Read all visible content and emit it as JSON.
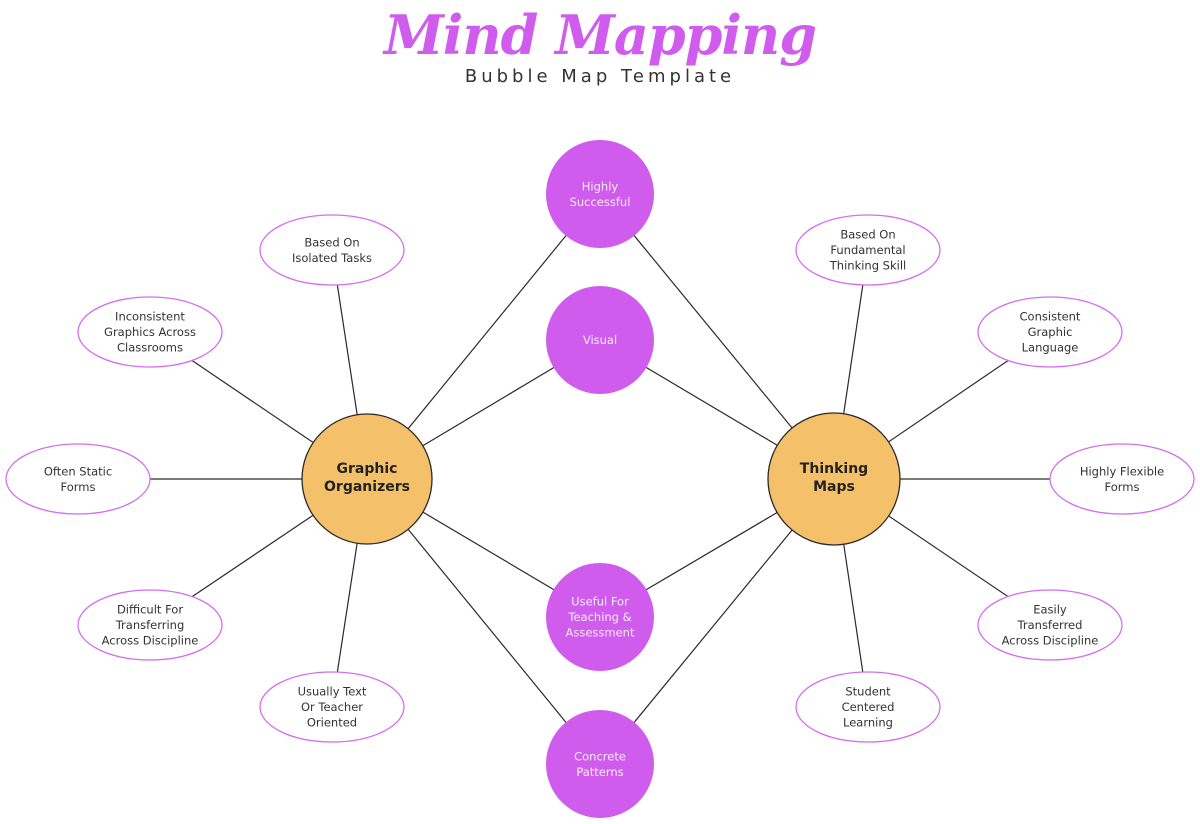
{
  "header": {
    "title": "Mind Mapping",
    "subtitle": "Bubble Map Template"
  },
  "colors": {
    "title": "#d05cee",
    "hub_fill": "#f5c06a",
    "hub_stroke": "#2a2a2a",
    "shared_fill": "#d05cee",
    "ellipse_stroke": "#d46ef0",
    "connector": "#2a2a2a"
  },
  "hubs": [
    {
      "id": "graphic-organizers",
      "lines": [
        "Graphic",
        "Organizers"
      ]
    },
    {
      "id": "thinking-maps",
      "lines": [
        "Thinking",
        "Maps"
      ]
    }
  ],
  "shared_bubbles": [
    {
      "id": "highly-successful",
      "lines": [
        "Highly",
        "Successful"
      ]
    },
    {
      "id": "visual",
      "lines": [
        "Visual"
      ]
    },
    {
      "id": "useful-for-teaching",
      "lines": [
        "Useful For",
        "Teaching &",
        "Assessment"
      ]
    },
    {
      "id": "concrete-patterns",
      "lines": [
        "Concrete",
        "Patterns"
      ]
    }
  ],
  "left_attributes": [
    {
      "id": "based-on-isolated-tasks",
      "lines": [
        "Based On",
        "Isolated Tasks"
      ]
    },
    {
      "id": "inconsistent-graphics",
      "lines": [
        "Inconsistent",
        "Graphics Across",
        "Classrooms"
      ]
    },
    {
      "id": "often-static-forms",
      "lines": [
        "Often Static",
        "Forms"
      ]
    },
    {
      "id": "difficult-for-transferring",
      "lines": [
        "Difficult For",
        "Transferring",
        "Across Discipline"
      ]
    },
    {
      "id": "usually-text-oriented",
      "lines": [
        "Usually Text",
        "Or Teacher",
        "Oriented"
      ]
    }
  ],
  "right_attributes": [
    {
      "id": "based-on-fundamental",
      "lines": [
        "Based On",
        "Fundamental",
        "Thinking Skill"
      ]
    },
    {
      "id": "consistent-graphic-language",
      "lines": [
        "Consistent",
        "Graphic",
        "Language"
      ]
    },
    {
      "id": "highly-flexible-forms",
      "lines": [
        "Highly Flexible",
        "Forms"
      ]
    },
    {
      "id": "easily-transferred",
      "lines": [
        "Easily",
        "Transferred",
        "Across Discipline"
      ]
    },
    {
      "id": "student-centered-learning",
      "lines": [
        "Student",
        "Centered",
        "Learning"
      ]
    }
  ]
}
